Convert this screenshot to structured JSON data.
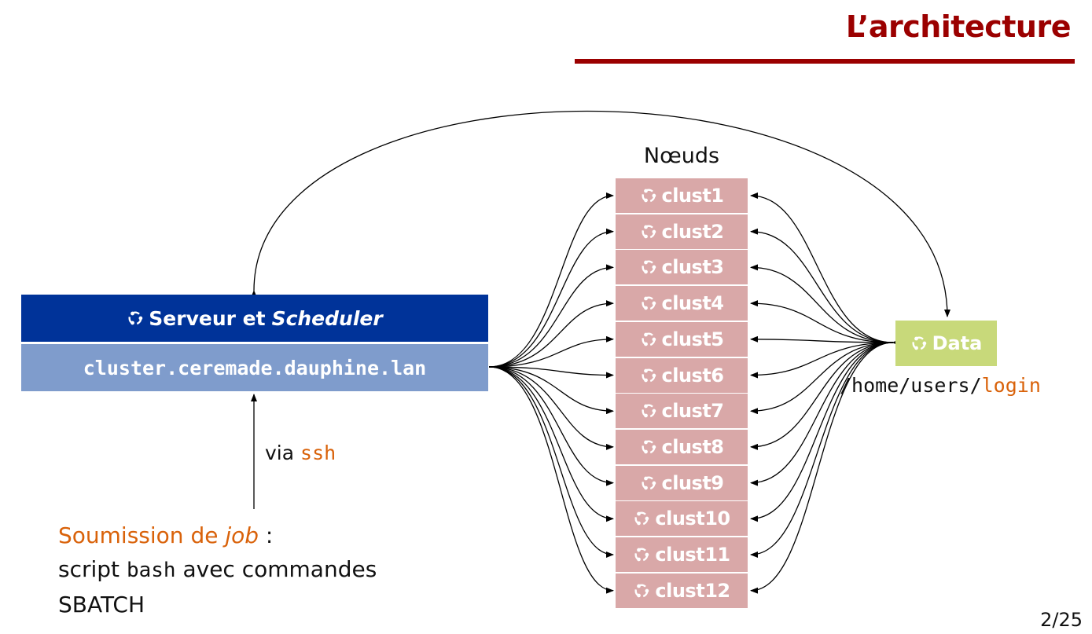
{
  "slide": {
    "title": "L’architecture",
    "page_number": "2/25"
  },
  "server": {
    "label_prefix": "Serveur et",
    "label_italic": "Scheduler",
    "hostname": "cluster.ceremade.dauphine.lan",
    "icon": "ubuntu-logo-icon"
  },
  "nodes": {
    "title": "Nœuds",
    "items": [
      "clust1",
      "clust2",
      "clust3",
      "clust4",
      "clust5",
      "clust6",
      "clust7",
      "clust8",
      "clust9",
      "clust10",
      "clust11",
      "clust12"
    ],
    "icon": "ubuntu-logo-icon"
  },
  "data": {
    "label": "Data",
    "path_prefix": "/home/users/",
    "path_login": "login",
    "icon": "ubuntu-logo-icon"
  },
  "connection": {
    "via": "via",
    "protocol": "ssh"
  },
  "submission": {
    "line1_prefix": "Soumission de",
    "line1_italic": "job",
    "line1_suffix": " :",
    "line2_a": "script ",
    "line2_mono": "bash",
    "line2_b": " avec commandes",
    "line3": "SBATCH"
  },
  "colors": {
    "title": "#9b0000",
    "server_header": "#003399",
    "server_host": "#7f9ccc",
    "node": "#d9a8a8",
    "data": "#c8d97a",
    "highlight": "#d9620a"
  }
}
